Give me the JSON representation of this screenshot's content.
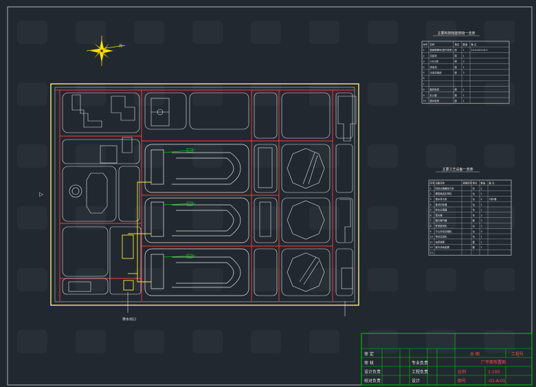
{
  "drawing": {
    "title_block": {
      "project_cell": "总  图",
      "stage_cell": "工程号",
      "drawing_name": "厂平面布置图",
      "scale_label": "比例",
      "scale_value": "1:100",
      "number_label": "图号",
      "drawing_number": "-01-A-01",
      "roles": [
        "审  定",
        "审  核",
        "设计负责",
        "校对负责"
      ],
      "role_values": [
        "",
        "专业负责",
        "工程负责",
        "设计"
      ],
      "colors": {
        "frame": "#00d000",
        "text": "#ff4d4d"
      }
    },
    "table_structures": {
      "title": "主要构筑物建筑物一览表",
      "header": [
        "序号",
        "名称",
        "单位",
        "数量",
        "备  注"
      ],
      "rows": [
        [
          "1",
          "粗细格栅间(提升泵房)",
          "座",
          "1",
          "10.0×8.0×6.0"
        ],
        [
          "2",
          "沉砂池",
          "座",
          "1",
          ""
        ],
        [
          "3",
          "CASS池",
          "座",
          "3",
          ""
        ],
        [
          "4",
          "消毒池",
          "座",
          "1",
          ""
        ],
        [
          "5",
          "污泥浓缩池",
          "座",
          "3",
          ""
        ],
        [
          "6",
          "",
          "",
          "",
          ""
        ],
        [
          "7",
          "",
          "",
          "",
          ""
        ],
        [
          "8",
          "鼓风机房",
          "座",
          "1",
          ""
        ],
        [
          "9",
          "办公楼",
          "座",
          "1",
          ""
        ],
        [
          "10",
          "脱水机房",
          "座",
          "1",
          ""
        ]
      ]
    },
    "table_equipment": {
      "title": "主要工艺设备一览表",
      "header": [
        "序号",
        "设备名称",
        "规格型号",
        "单位",
        "数量",
        "备  注"
      ],
      "rows": [
        [
          "1",
          "回转式格栅除污机",
          "",
          "台",
          "2",
          ""
        ],
        [
          "2",
          "螺旋输送压榨机",
          "",
          "台",
          "1",
          ""
        ],
        [
          "3",
          "潜水排污泵",
          "",
          "台",
          "4",
          "2用2备"
        ],
        [
          "4",
          "旋流沉砂器",
          "",
          "台",
          "1",
          ""
        ],
        [
          "5",
          "砂水分离器",
          "",
          "台",
          "1",
          ""
        ],
        [
          "6",
          "滗水器",
          "",
          "台",
          "3",
          ""
        ],
        [
          "7",
          "微孔曝气器",
          "",
          "套",
          "3",
          ""
        ],
        [
          "8",
          "罗茨鼓风机",
          "",
          "台",
          "3",
          ""
        ],
        [
          "9",
          "中心传动浓缩机",
          "",
          "台",
          "3",
          ""
        ],
        [
          "10",
          "带式压滤机",
          "",
          "台",
          "1",
          ""
        ],
        [
          "11",
          "加药装置",
          "",
          "套",
          "1",
          ""
        ],
        [
          "12",
          "紫外消毒装置",
          "",
          "套",
          "1",
          ""
        ],
        [
          "13",
          "",
          "",
          "",
          "",
          ""
        ]
      ]
    },
    "labels": {
      "north_mark": "北",
      "outfall_note": "排水出口",
      "arrow_mark": "▷"
    }
  }
}
